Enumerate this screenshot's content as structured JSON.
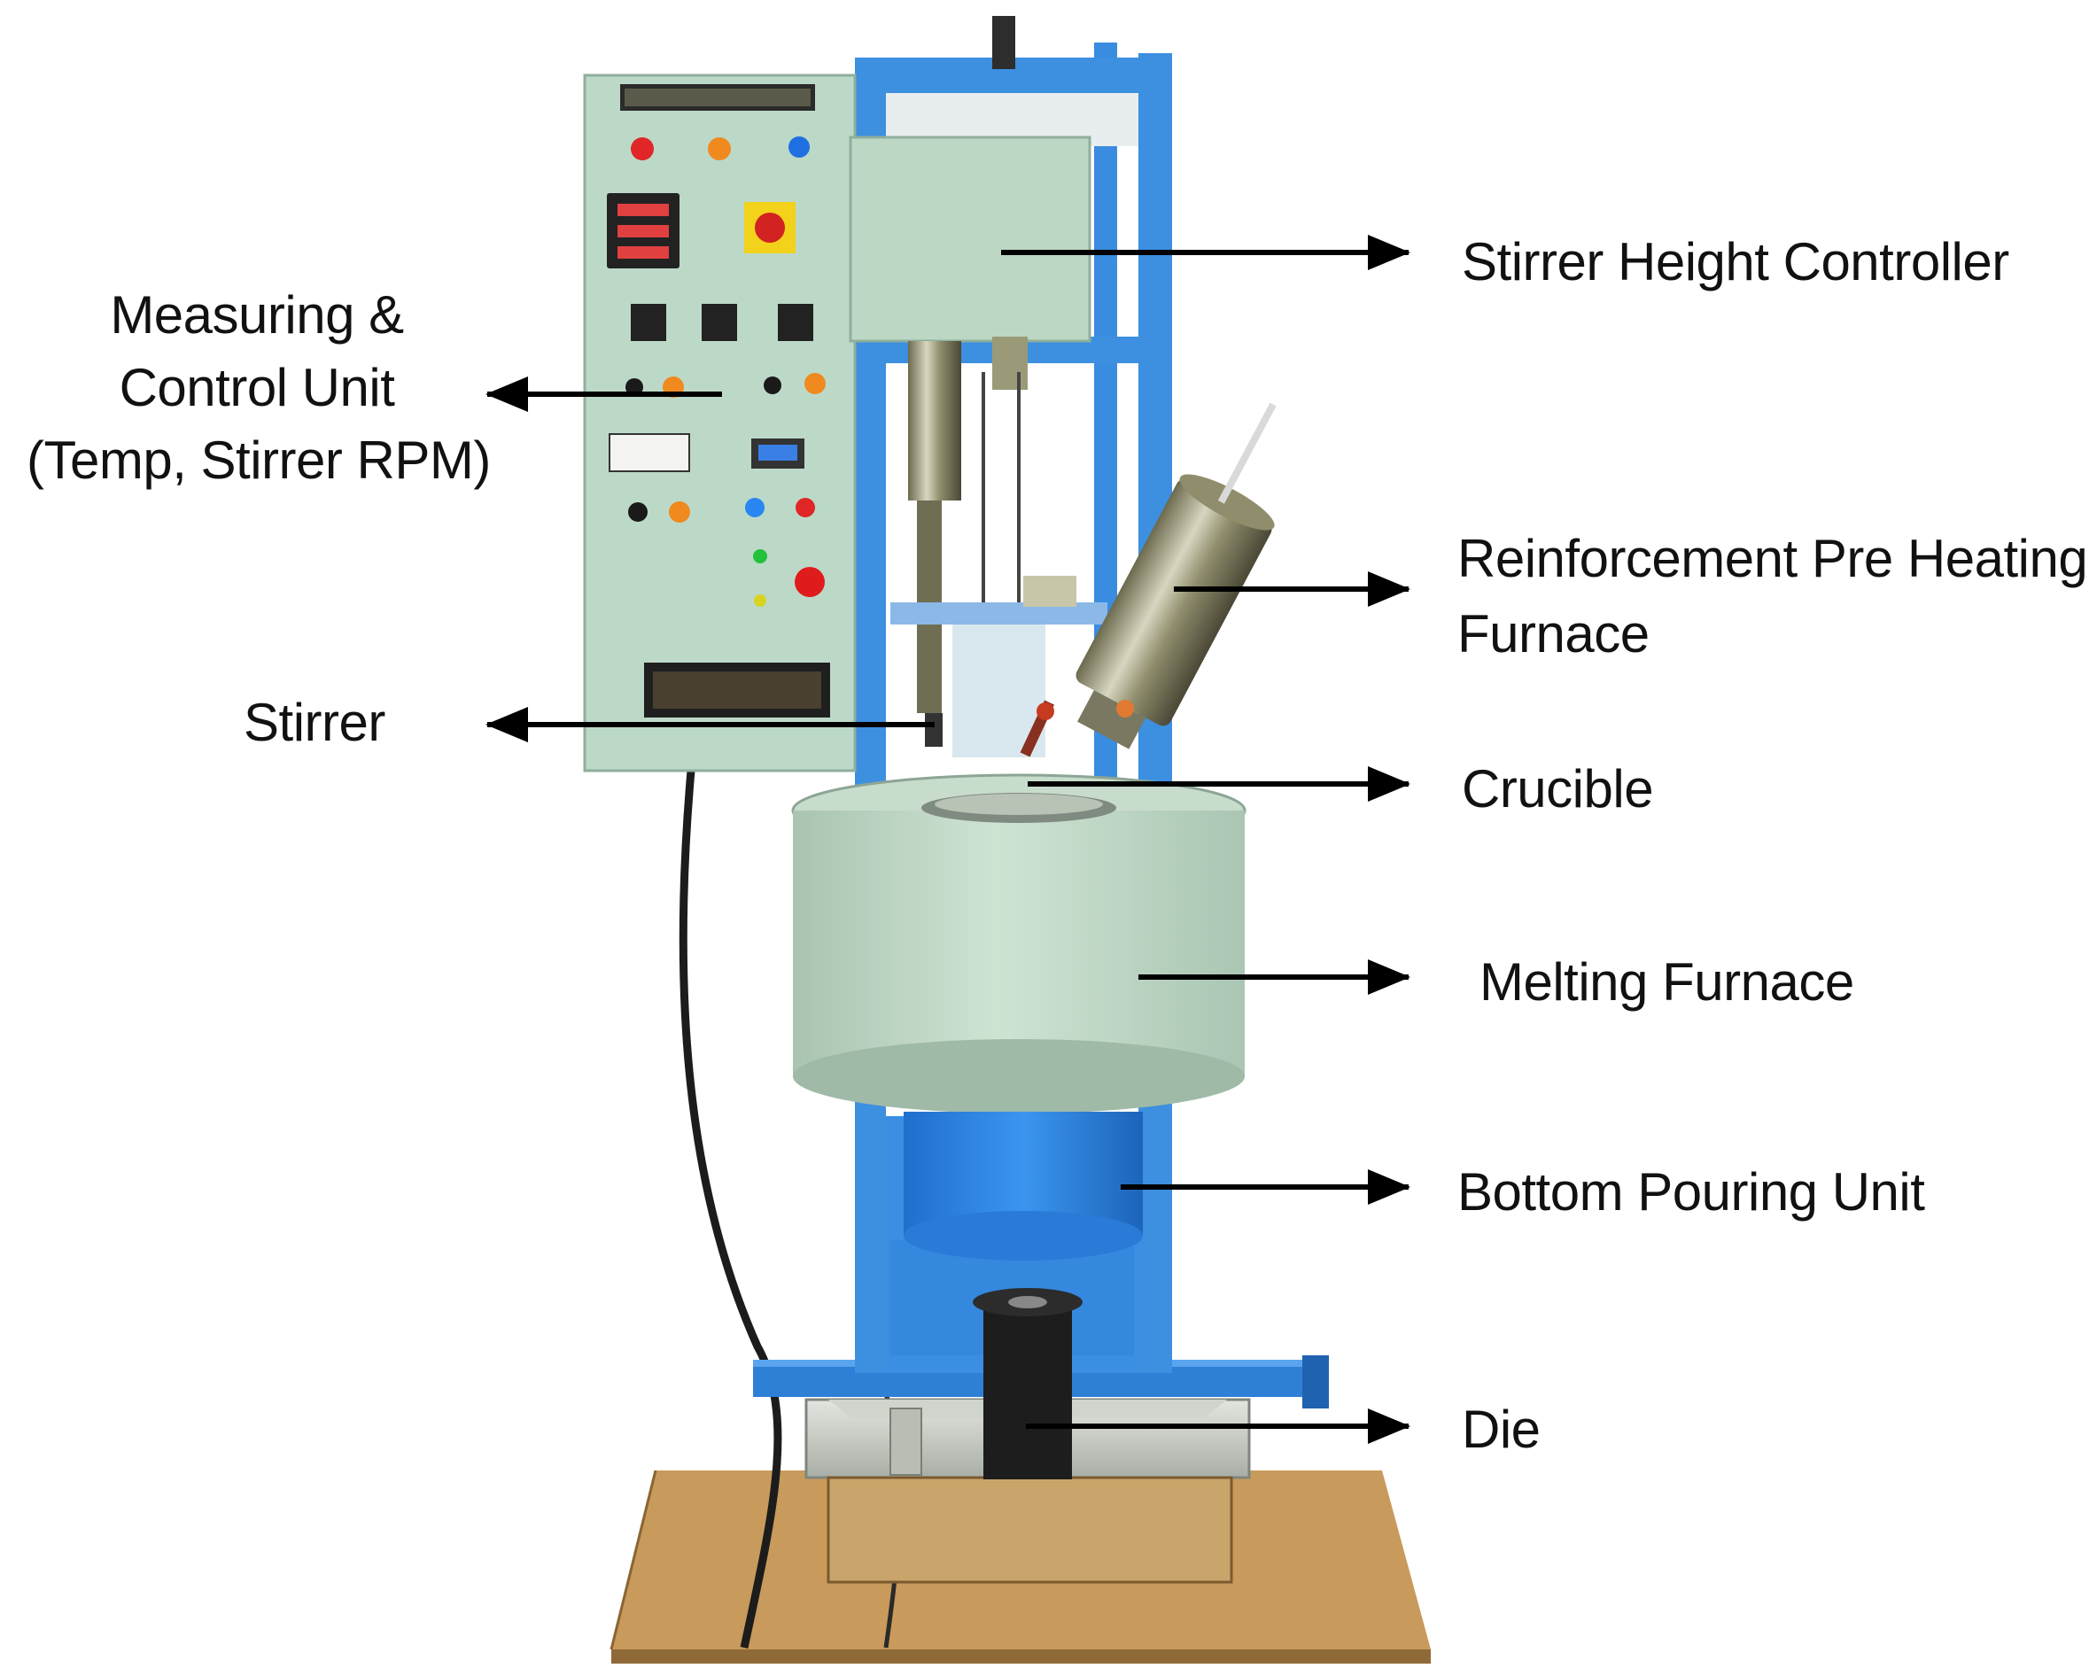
{
  "labels": {
    "measuring_l1": "Measuring &",
    "measuring_l2": "Control Unit",
    "measuring_l3": "(Temp, Stirrer RPM)",
    "stirrer": "Stirrer",
    "stirrer_height_controller": "Stirrer Height Controller",
    "reinforcement_l1": "Reinforcement Pre Heating",
    "reinforcement_l2": "Furnace",
    "crucible": "Crucible",
    "melting_furnace": "Melting Furnace",
    "bottom_pouring_unit": "Bottom Pouring Unit",
    "die": "Die"
  },
  "colors": {
    "frame_blue": "#3d8fe0",
    "panel_green": "#bcd9c8",
    "furnace_green": "#c6dccb",
    "pour_blue": "#2f87e6",
    "wood": "#c79a5a",
    "arrow": "#000000"
  },
  "icons": {
    "arrow": "arrow-icon",
    "machine": "stir-casting-machine-illustration"
  }
}
